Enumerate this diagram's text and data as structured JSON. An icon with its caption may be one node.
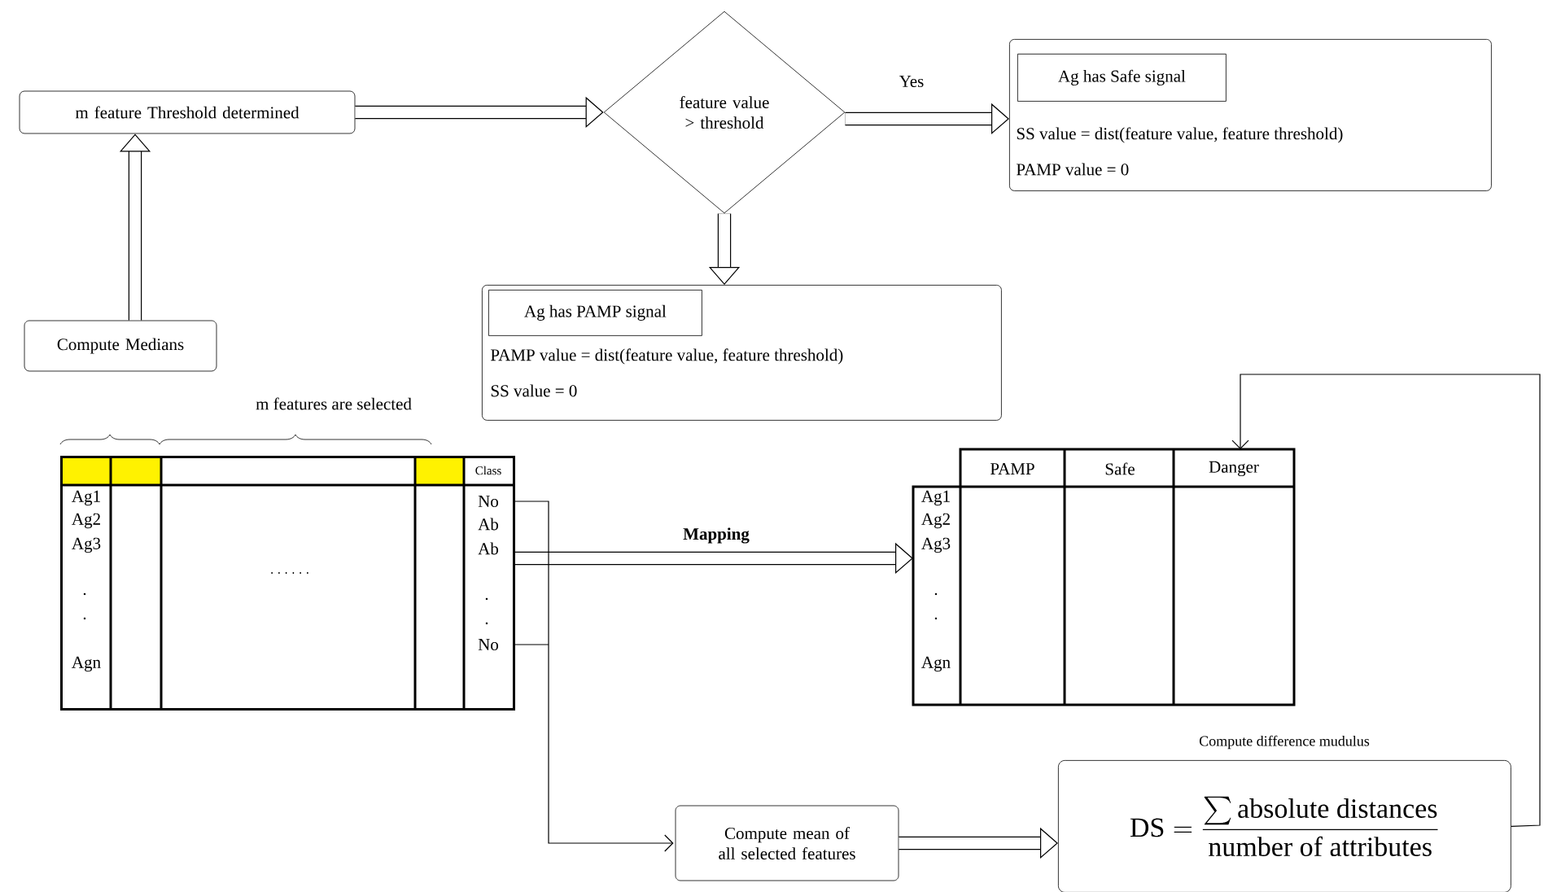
{
  "diagram": {
    "nodes": [
      {
        "text": [
          "m feature Threshold determined"
        ]
      },
      {
        "text": [
          "feature value > threshold"
        ]
      },
      {
        "text": [
          "SS value = dist(feature value, feature threshold)",
          "PAMP value = 0"
        ]
      },
      {
        "text": [
          "Ag has Safe signal"
        ],
        "in": 2
      },
      {
        "text": [
          "PAMP value = dist(feature value, feature threshold)",
          "SS value = 0"
        ]
      },
      {
        "text": [
          "Ag has PAMP signal"
        ],
        "in": 4
      },
      {
        "text": [
          "Compute Medians"
        ]
      },
      {
        "text": [
          "Class",
          "Ag1",
          "Ag2",
          "Ag3",
          ".",
          ".",
          "Agn",
          ". . . . . .",
          "No",
          "Ab",
          "Ab",
          ".",
          ".",
          "No"
        ]
      },
      {
        "text": [
          "Compute mean of all selected features"
        ]
      },
      {
        "text": [
          "PAMP",
          "Safe",
          "Danger",
          "Ag1",
          "Ag2",
          "Ag3",
          ".",
          ".",
          "Agn"
        ]
      },
      {
        "text": [
          "\\mathrm{DS} = \\frac{\\sum \\text{absolute distances}}{\\text{number of attributes}}"
        ],
        "beside": [
          "Compute difference mudulus"
        ]
      }
    ],
    "edges": [
      {
        "from": 6,
        "to": 0,
        "arrow": "to"
      },
      {
        "from": 0,
        "to": 1,
        "arrow": "to"
      },
      {
        "from": 1,
        "to": 2,
        "arrow": "to",
        "label": "Yes"
      },
      {
        "from": 1,
        "to": 4,
        "arrow": "to"
      },
      {
        "from": 7,
        "to": 9,
        "arrow": "to",
        "label": "Mapping"
      },
      {
        "from": 7,
        "to": 8,
        "arrow": "to"
      },
      {
        "from": 8,
        "to": 10,
        "arrow": "to"
      },
      {
        "from": 10,
        "to": 9,
        "arrow": "to"
      }
    ],
    "labels": [
      "m features are selected"
    ]
  }
}
